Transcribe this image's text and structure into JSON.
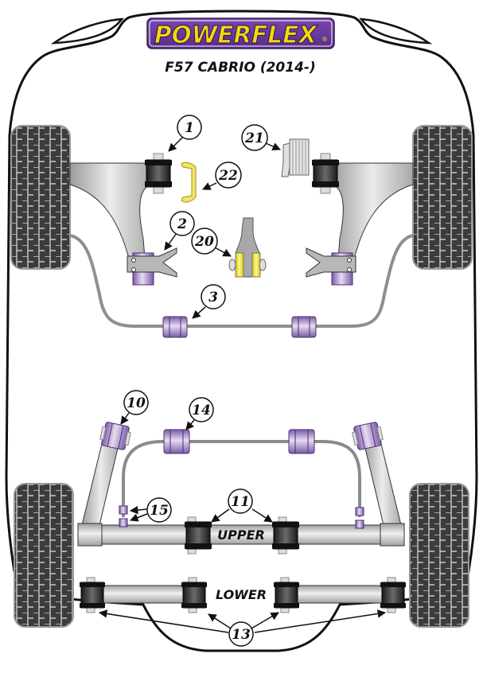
{
  "header": {
    "brand": "POWERFLEX",
    "registered_mark": "®",
    "subtitle": "F57 CABRIO (2014-)"
  },
  "colors": {
    "brand_purple": "#6b3aa0",
    "brand_yellow": "#f5d90c",
    "bush_purple": "#9b7cc4",
    "bush_black": "#2a2a2a",
    "bush_yellow": "#f2e325",
    "arm_grey": "#c8c8c8",
    "tyre": "#3c3c3c"
  },
  "front": {
    "callouts": [
      {
        "id": "1",
        "label": "1"
      },
      {
        "id": "2",
        "label": "2"
      },
      {
        "id": "3",
        "label": "3"
      },
      {
        "id": "20",
        "label": "20"
      },
      {
        "id": "21",
        "label": "21"
      },
      {
        "id": "22",
        "label": "22"
      }
    ]
  },
  "rear": {
    "callouts": [
      {
        "id": "10",
        "label": "10"
      },
      {
        "id": "11",
        "label": "11"
      },
      {
        "id": "13",
        "label": "13"
      },
      {
        "id": "14",
        "label": "14"
      },
      {
        "id": "15",
        "label": "15"
      }
    ],
    "upper_label": "UPPER",
    "lower_label": "LOWER"
  }
}
